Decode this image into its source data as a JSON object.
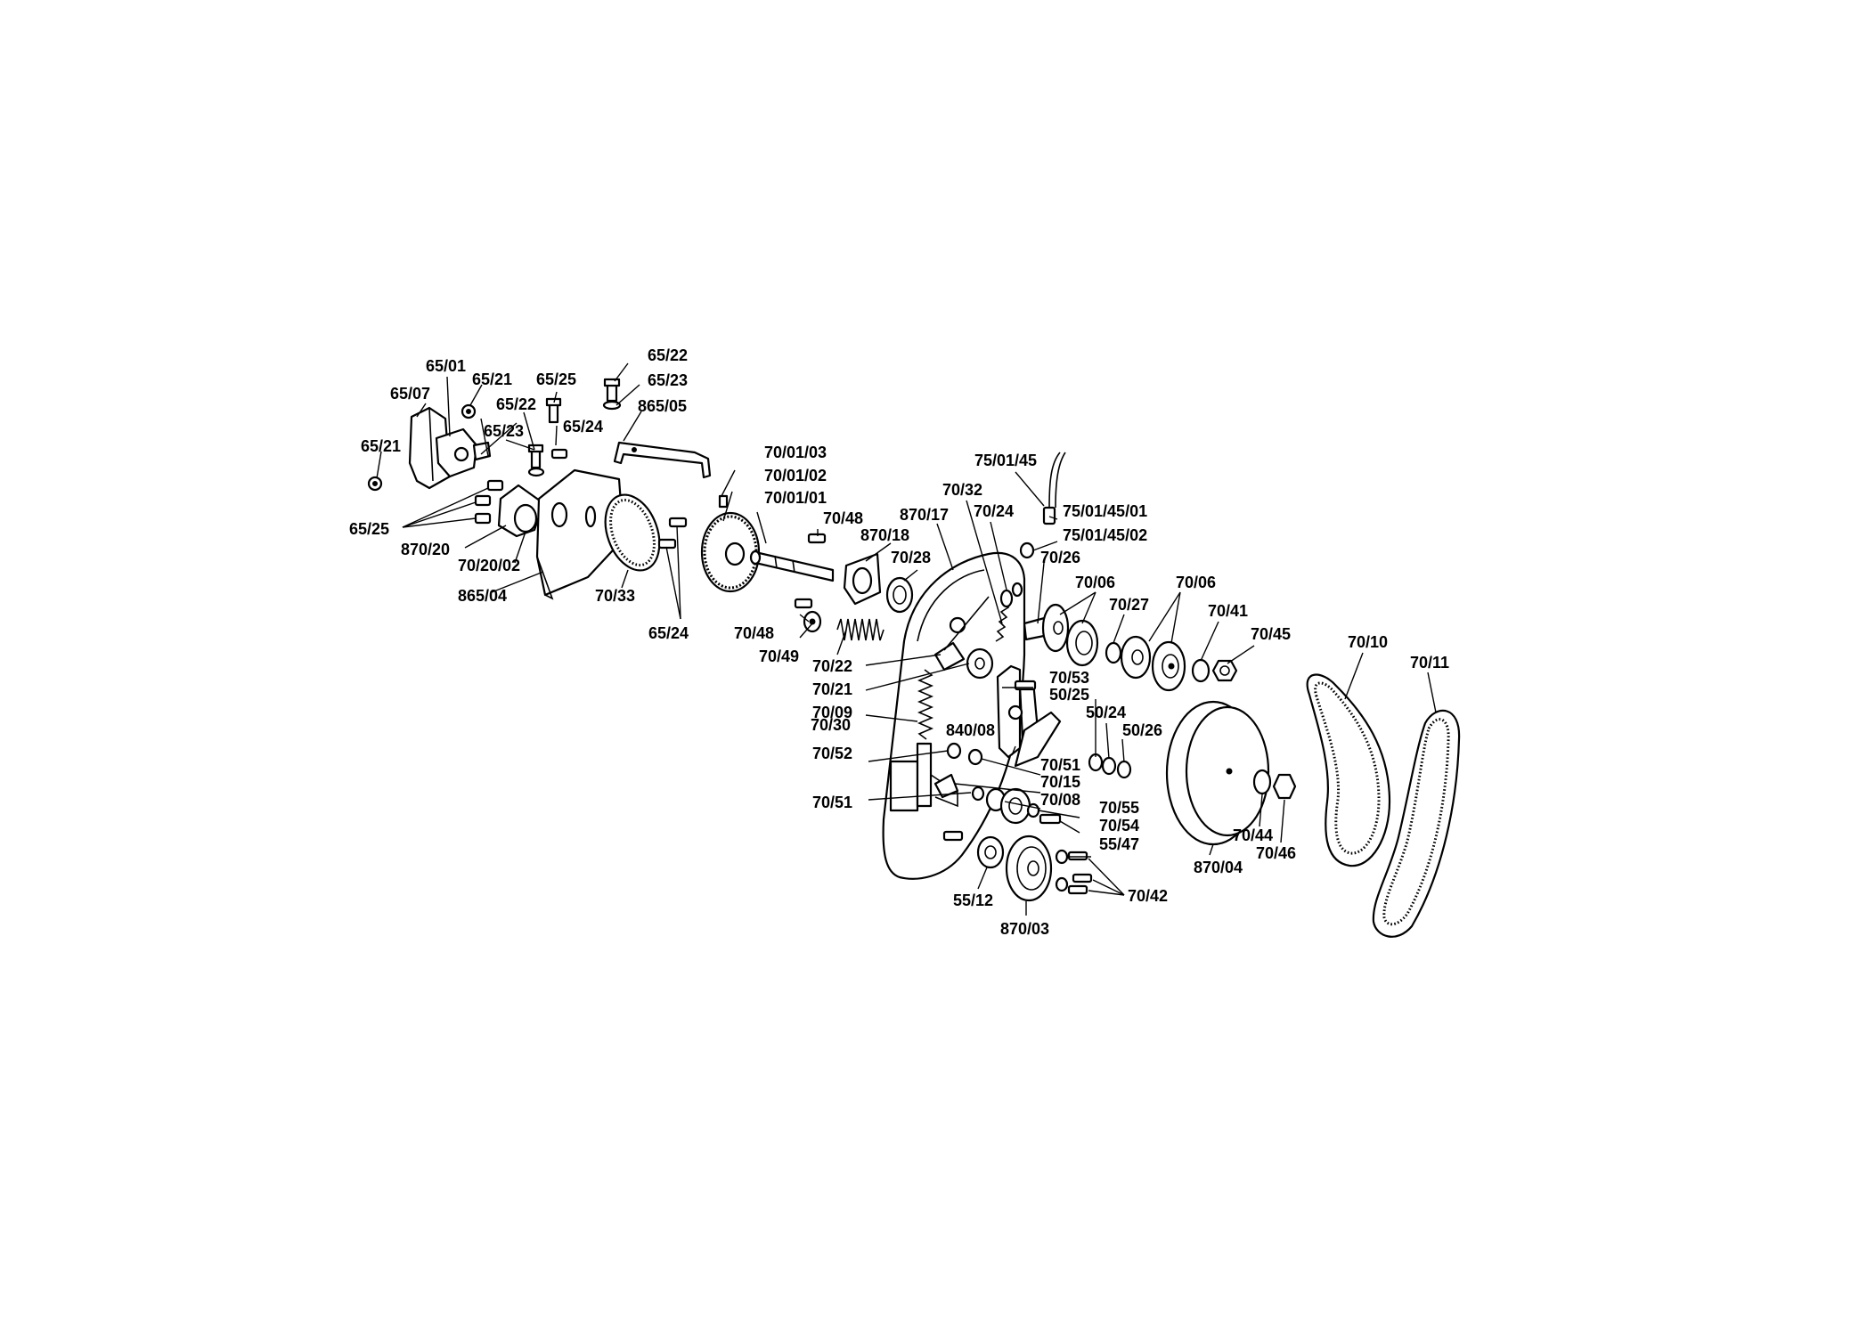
{
  "labels": [
    "65/01",
    "65/07",
    "65/21",
    "65/21",
    "65/25",
    "65/22",
    "65/23",
    "65/22",
    "65/23",
    "65/24",
    "865/05",
    "65/25",
    "870/20",
    "70/20/02",
    "865/04",
    "70/33",
    "65/24",
    "70/01/03",
    "70/01/02",
    "70/01/01",
    "70/48",
    "870/18",
    "870/17",
    "70/32",
    "70/24",
    "75/01/45",
    "75/01/45/01",
    "75/01/45/02",
    "70/28",
    "70/26",
    "70/06",
    "70/27",
    "70/06",
    "70/41",
    "70/45",
    "70/48",
    "70/49",
    "70/22",
    "70/21",
    "70/09",
    "70/53",
    "50/25",
    "50/24",
    "50/26",
    "70/30",
    "840/08",
    "70/52",
    "70/51",
    "70/15",
    "70/08",
    "70/51",
    "70/55",
    "70/54",
    "55/47",
    "70/42",
    "55/12",
    "870/03",
    "870/04",
    "70/44",
    "70/46",
    "70/10",
    "70/11"
  ]
}
